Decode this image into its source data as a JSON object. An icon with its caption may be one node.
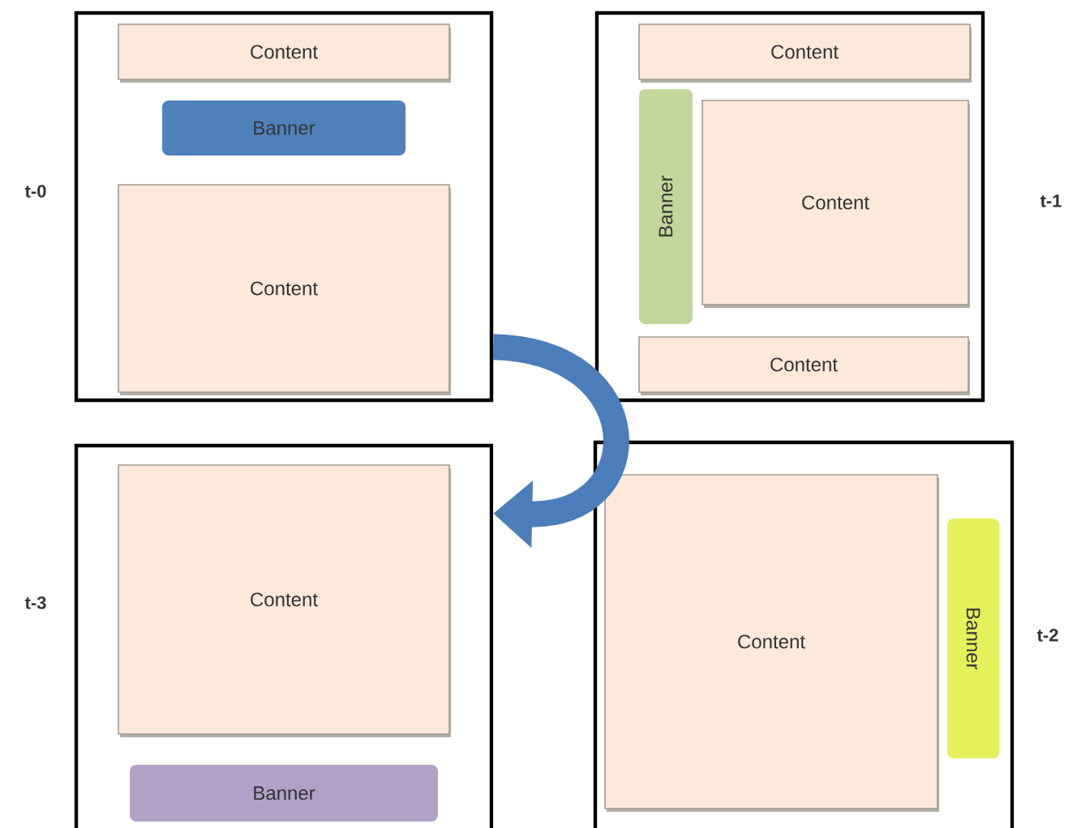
{
  "diagram": {
    "nodes": [
      {
        "text": [],
        "shape": "box",
        "beside": [
          "t-0"
        ]
      },
      {
        "text": [
          "Content"
        ],
        "in": 0
      },
      {
        "text": [
          "Banner"
        ],
        "in": 0
      },
      {
        "text": [
          "Content"
        ],
        "in": 0
      },
      {
        "text": [],
        "shape": "box",
        "beside": [
          "t-1"
        ]
      },
      {
        "text": [
          "Content"
        ],
        "in": 4
      },
      {
        "text": [
          "Banner"
        ],
        "in": 4
      },
      {
        "text": [
          "Content"
        ],
        "in": 4
      },
      {
        "text": [
          "Content"
        ],
        "in": 4
      },
      {
        "text": [],
        "shape": "box",
        "beside": [
          "t-3"
        ]
      },
      {
        "text": [
          "Content"
        ],
        "in": 9
      },
      {
        "text": [
          "Banner"
        ],
        "in": 9
      },
      {
        "text": [],
        "shape": "box",
        "beside": [
          "t-2"
        ]
      },
      {
        "text": [
          "Content"
        ],
        "in": 12
      },
      {
        "text": [
          "Banner"
        ],
        "in": 12
      }
    ],
    "edges": [
      {
        "from": 0,
        "to": 9,
        "arrow": "to"
      }
    ]
  }
}
